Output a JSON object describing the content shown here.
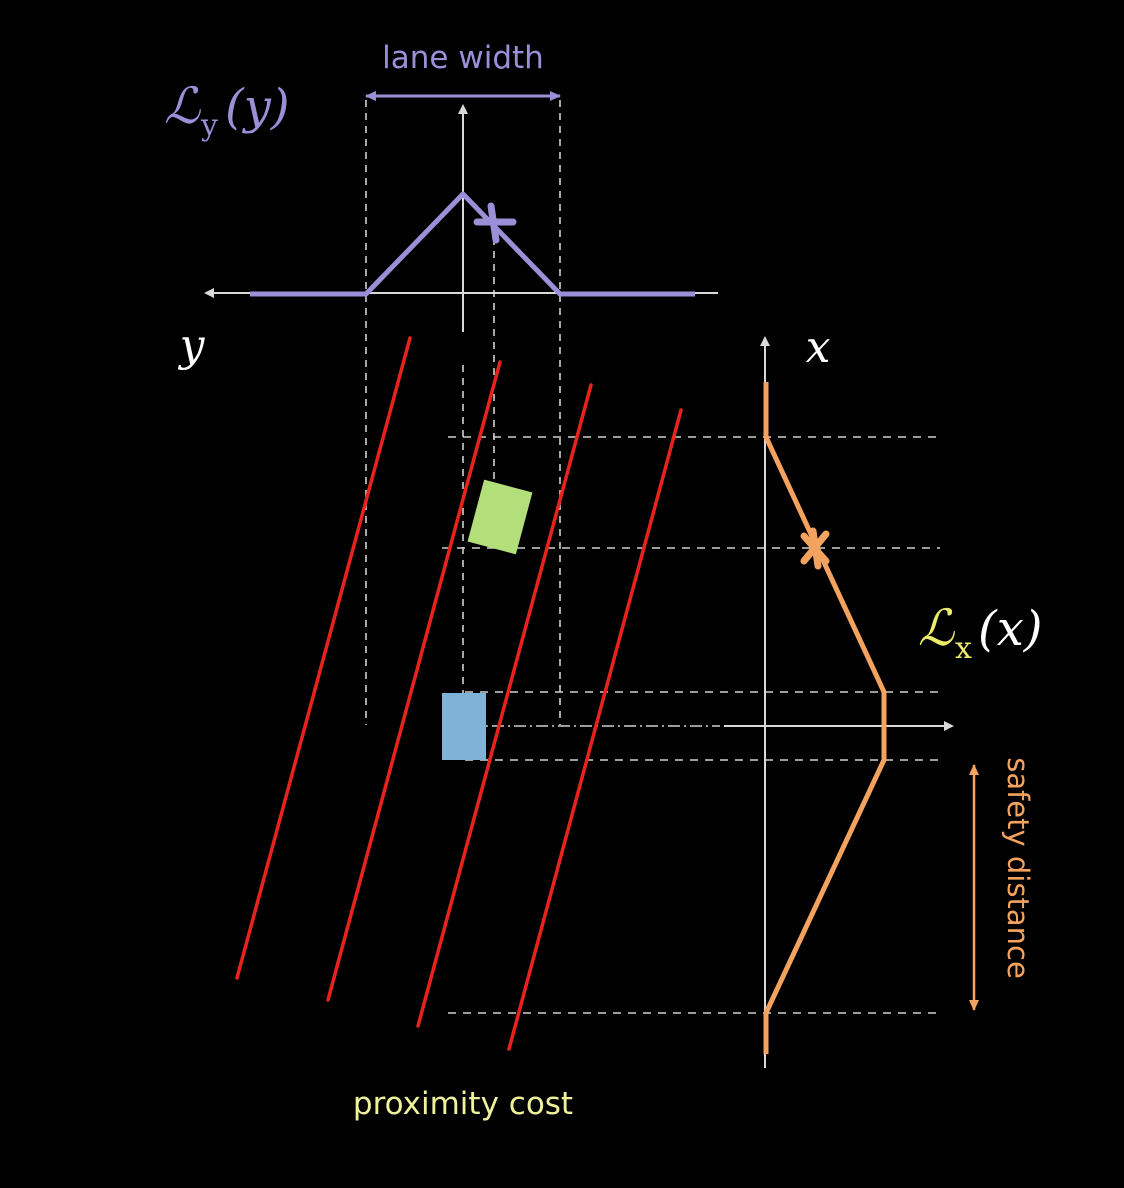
{
  "labels": {
    "lane_width": "lane width",
    "ly_script": "ℒ",
    "ly_sub": "y",
    "ly_arg": "(y)",
    "y_axis": "y",
    "x_axis": "x",
    "lx_script": "ℒ",
    "lx_sub": "x",
    "lx_arg": "(x)",
    "safety_distance": "safety distance",
    "proximity_cost": "proximity cost"
  },
  "colors": {
    "background": "#000000",
    "axis": "#d9d9d9",
    "guide": "#cfcfcf",
    "lateral_cost": "#9b8fd8",
    "longitudinal_cost": "#f4a35f",
    "lane_line": "#e8231c",
    "ego_vehicle": "#7fb2d6",
    "other_vehicle": "#b2df7a",
    "lx_label": "#ecec6a",
    "proximity_label": "#eef29a"
  }
}
